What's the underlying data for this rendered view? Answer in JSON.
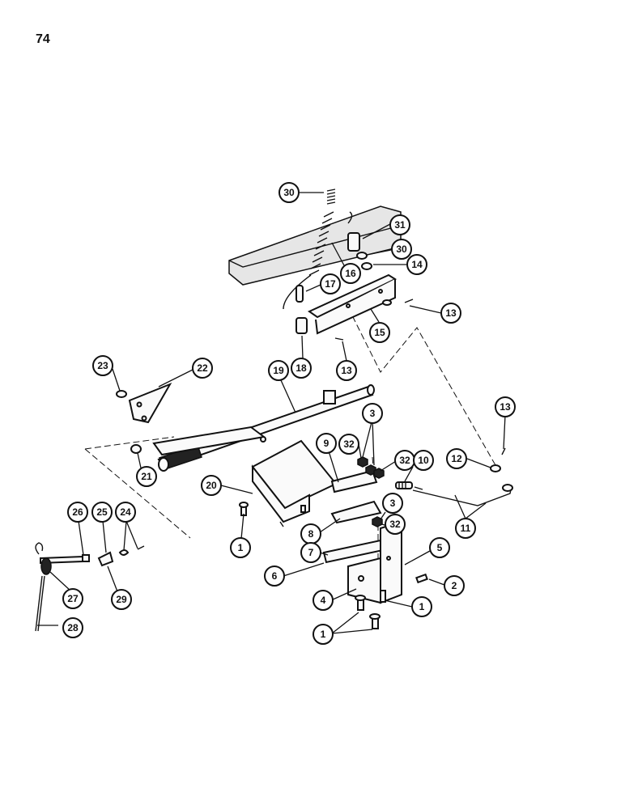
{
  "page": {
    "number": "74"
  },
  "callouts": [
    {
      "label": "30"
    },
    {
      "label": "31"
    },
    {
      "label": "30"
    },
    {
      "label": "14"
    },
    {
      "label": "16"
    },
    {
      "label": "17"
    },
    {
      "label": "13"
    },
    {
      "label": "15"
    },
    {
      "label": "18"
    },
    {
      "label": "13"
    },
    {
      "label": "19"
    },
    {
      "label": "23"
    },
    {
      "label": "22"
    },
    {
      "label": "21"
    },
    {
      "label": "20"
    },
    {
      "label": "9"
    },
    {
      "label": "32"
    },
    {
      "label": "3"
    },
    {
      "label": "32"
    },
    {
      "label": "10"
    },
    {
      "label": "12"
    },
    {
      "label": "13"
    },
    {
      "label": "3"
    },
    {
      "label": "11"
    },
    {
      "label": "8"
    },
    {
      "label": "32"
    },
    {
      "label": "7"
    },
    {
      "label": "5"
    },
    {
      "label": "6"
    },
    {
      "label": "2"
    },
    {
      "label": "4"
    },
    {
      "label": "1"
    },
    {
      "label": "1"
    },
    {
      "label": "1"
    },
    {
      "label": "26"
    },
    {
      "label": "25"
    },
    {
      "label": "24"
    },
    {
      "label": "27"
    },
    {
      "label": "29"
    },
    {
      "label": "28"
    }
  ]
}
